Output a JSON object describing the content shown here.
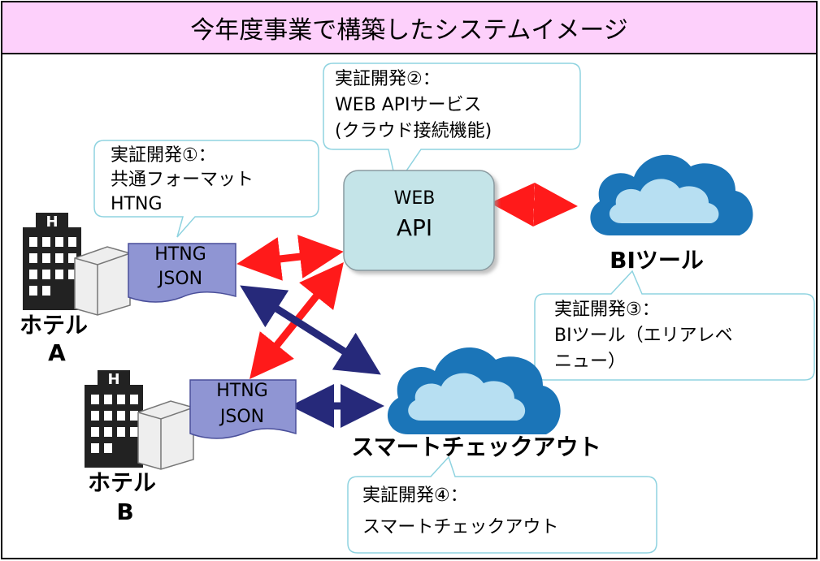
{
  "title": "今年度事業で構築したシステムイメージ",
  "callouts": {
    "dev1": [
      "実証開発①：",
      "共通フォーマット",
      "HTNG"
    ],
    "dev2": [
      "実証開発②：",
      "WEB APIサービス",
      "(クラウド接続機能)"
    ],
    "dev3": [
      "実証開発③：",
      "BIツール（エリアレベ",
      "ニュー）"
    ],
    "dev4": [
      "実証開発④：",
      "スマートチェックアウト"
    ]
  },
  "nodes": {
    "web_api": [
      "WEB",
      "API"
    ],
    "bi_tool": "BIツール",
    "smart_checkout": "スマートチェックアウト",
    "hotel_a": [
      "ホテル",
      "A"
    ],
    "hotel_b": [
      "ホテル",
      "B"
    ],
    "doc_a": [
      "HTNG",
      "JSON"
    ],
    "doc_b": [
      "HTNG",
      "JSON"
    ]
  },
  "colors": {
    "title_bg": "#fdd0fb",
    "api_box": "#c4e4e8",
    "cloud": "#1b75b8",
    "cloud_inner": "#b7dff2",
    "doc": "#8f95d3",
    "arrow_red": "#ff1a1a",
    "arrow_navy": "#26297a"
  },
  "icons": [
    "hotel-building-icon",
    "server-icon",
    "cloud-icon"
  ]
}
